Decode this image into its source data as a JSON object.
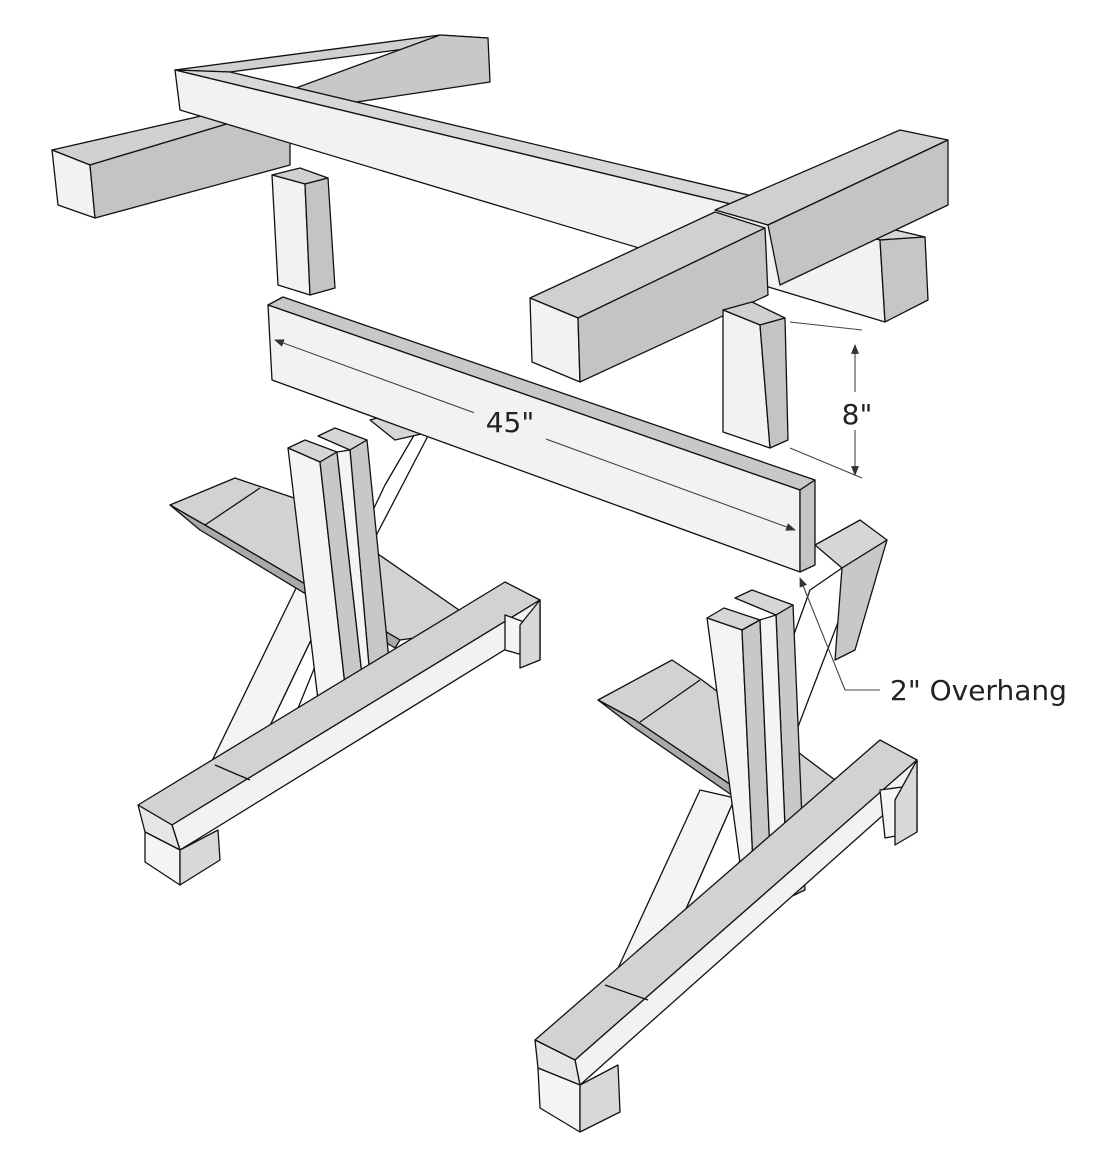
{
  "labels": {
    "length": "45\"",
    "height": "8\"",
    "overhang": "2\" Overhang"
  },
  "colors": {
    "outline": "#111111",
    "top_face": "#d0d0d0",
    "light_face": "#f2f2f2",
    "dark_face": "#b8b8b8",
    "dimension": "#444444"
  },
  "parts": [
    "top-beam-left",
    "top-long-beam",
    "top-beam-right",
    "post-front-left",
    "post-front-right",
    "stretcher-board",
    "left-foot",
    "left-brace",
    "left-post-pair",
    "left-wedge",
    "right-foot",
    "right-brace",
    "right-post-pair",
    "right-wedge"
  ]
}
